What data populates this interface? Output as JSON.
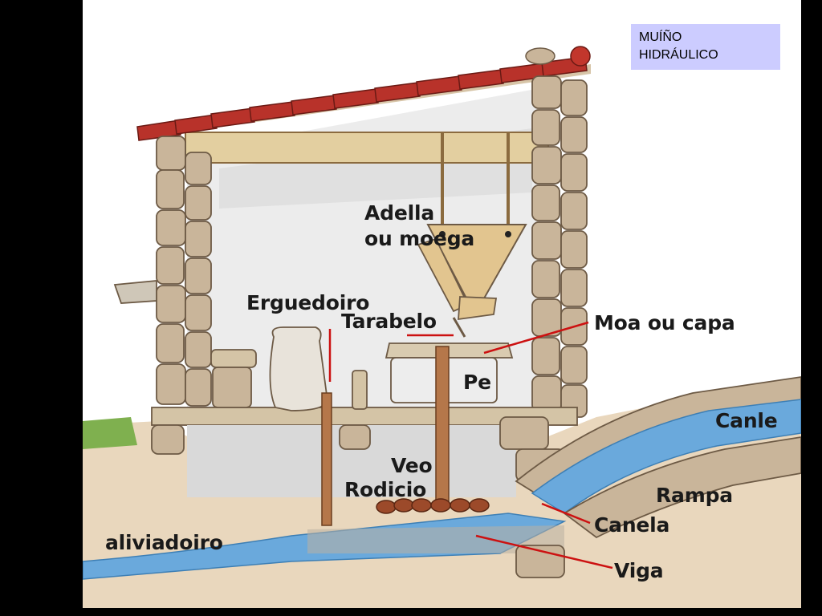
{
  "title": {
    "line1": "MUÍÑO",
    "line2": "HIDRÁULICO"
  },
  "labels": {
    "adella_line1": "Adella",
    "adella_line2": "ou moega",
    "erguedoiro": "Erguedoiro",
    "tarabelo": "Tarabelo",
    "moa": "Moa ou capa",
    "pe": "Pe",
    "canle": "Canle",
    "veo": "Veo",
    "rodicio": "Rodicio",
    "rampa": "Rampa",
    "canela": "Canela",
    "aliviadoiro": "aliviadoiro",
    "viga": "Viga"
  },
  "colors": {
    "stone": "#c9b59a",
    "wood": "#e2c58f",
    "roof_tile": "#b8322a",
    "water": "#6aa9dc",
    "pointer_line": "#cc1111",
    "title_box": "#ccccff"
  }
}
